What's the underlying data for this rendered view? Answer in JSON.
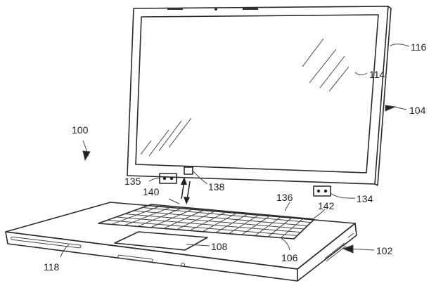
{
  "diagram": {
    "labels": {
      "display_housing": "116",
      "display": "114",
      "lid": "104",
      "device": "100",
      "hinge_left": "135",
      "connector": "138",
      "hinge_right": "134",
      "keyboard_edge": "140",
      "keyboard_frame": "136",
      "keyboard_corner": "142",
      "base": "102",
      "front_edge": "118",
      "trackpad": "108",
      "keyboard": "106"
    }
  }
}
